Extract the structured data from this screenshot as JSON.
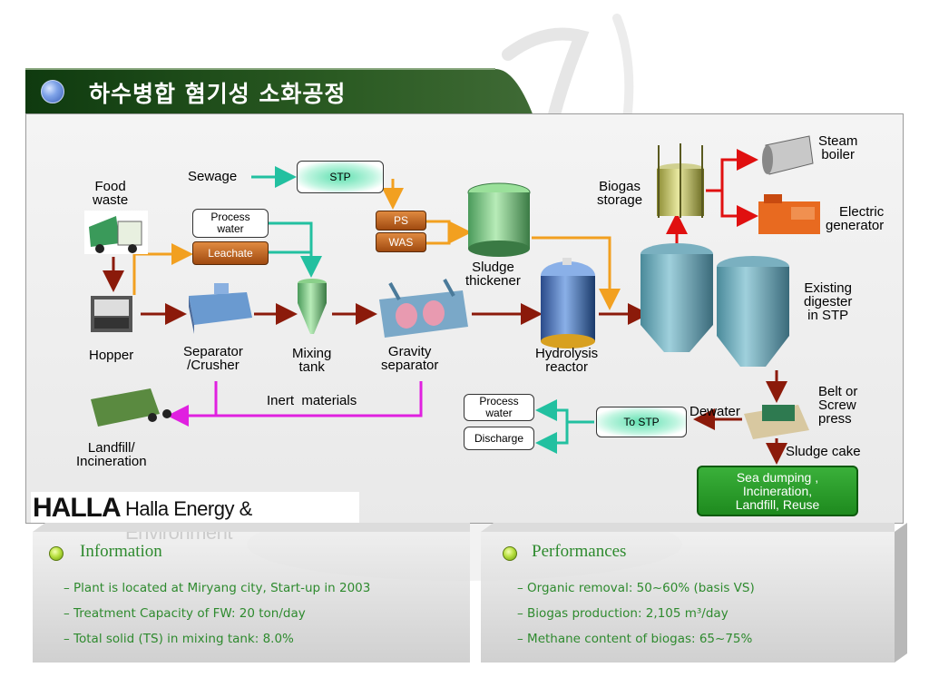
{
  "title": "하수병합 혐기성 소화공정",
  "company": {
    "logo": "HALLA",
    "name": "Halla Energy & Environment"
  },
  "labels": {
    "food_waste": "Food\nwaste",
    "sewage": "Sewage",
    "hopper": "Hopper",
    "separator": "Separator\n/Crusher",
    "mixing_tank": "Mixing\ntank",
    "gravity_separator": "Gravity\nseparator",
    "sludge_thickener": "Sludge\nthickener",
    "hydrolysis_reactor": "Hydrolysis\nreactor",
    "biogas_storage": "Biogas\nstorage",
    "steam_boiler": "Steam\nboiler",
    "electric_generator": "Electric\ngenerator",
    "existing_digester": "Existing\ndigester\nin STP",
    "landfill": "Landfill/\nIncineration",
    "inert_materials": "Inert  materials",
    "dewater": "Dewater",
    "belt_press": "Belt or\nScrew\npress",
    "sludge_cake": "Sludge cake"
  },
  "boxes": {
    "stp": "STP",
    "process_water_top": "Process\nwater",
    "leachate": "Leachate",
    "ps": "PS",
    "was": "WAS",
    "to_stp": "To STP",
    "process_water_bottom": "Process\nwater",
    "discharge": "Discharge",
    "disposal": "Sea dumping ,\nIncineration,\nLandfill, Reuse"
  },
  "info_left": {
    "heading": "Information",
    "items": [
      "– Plant is located at Miryang city, Start-up in 2003",
      "– Treatment Capacity of FW: 20 ton/day",
      "– Total solid (TS) in mixing tank: 8.0%"
    ]
  },
  "info_right": {
    "heading": "Performances",
    "items": [
      "– Organic removal: 50~60% (basis VS)",
      "– Biogas production: 2,105 m³/day",
      "– Methane content of biogas: 65~75%"
    ]
  },
  "colors": {
    "title_bar": "#1f4f1a",
    "arrow_red": "#8b1a0a",
    "arrow_orange": "#f2a020",
    "arrow_teal": "#22c0a0",
    "arrow_magenta": "#e020e0",
    "arrow_bright_red": "#e01010",
    "info_text": "#2e8a2e"
  }
}
